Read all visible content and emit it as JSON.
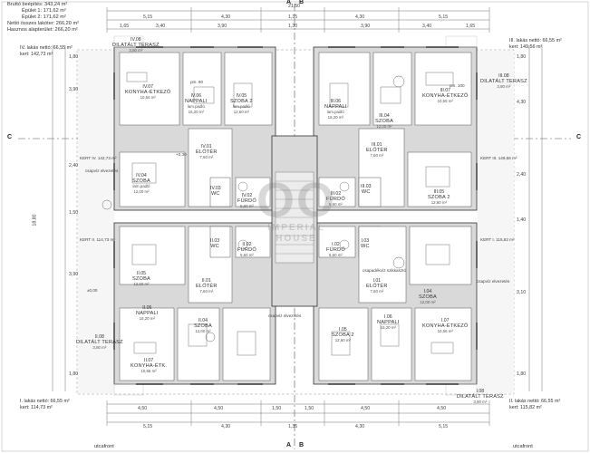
{
  "area_summary": {
    "gross_area": "Bruttó beépítés: 343,24 m²",
    "building1": "Épület 1: 171,62 m²",
    "building2": "Épület 2: 171,62 m²",
    "net_living": "Nettó összes lakóter: 266,20 m²",
    "net_usable": "Hasznos alapterület: 266,20 m²"
  },
  "units": {
    "iv": {
      "net": "IV. lakás nettó: 66,55 m²",
      "garden": "kert: 142,73 m²"
    },
    "iii": {
      "net": "III. lakás nettó: 66,55 m²",
      "garden": "kert: 149,56 m²"
    },
    "i": {
      "net": "I. lakás nettó: 66,55 m²",
      "garden": "kert: 114,73 m²"
    },
    "ii": {
      "net": "II. lakás nettó: 66,55 m²",
      "garden": "kert: 115,82 m²"
    }
  },
  "dimensions": {
    "total_width": "21,50",
    "total_height": "18,80",
    "top_row": [
      "5,15",
      "4,30",
      "1,35",
      "4,30",
      "5,15"
    ],
    "top_row2": [
      "1,65",
      "3,40",
      "3,90",
      "1,30",
      "3,90",
      "3,40",
      "1,65"
    ],
    "bottom_row": [
      "5,15",
      "4,30",
      "1,35",
      "4,30",
      "5,15"
    ],
    "bottom_row2": [
      "4,50",
      "4,50",
      "1,50",
      "1,50",
      "4,50",
      "4,50"
    ],
    "left_col": [
      "1,80",
      "3,90",
      "2,40",
      "1,50",
      "3,90",
      "1,80"
    ],
    "right_col": [
      "1,80",
      "4,30",
      "2,40",
      "1,40",
      "3,10",
      "1,80"
    ]
  },
  "rooms": [
    {
      "code": "IV.08",
      "name": "DILATÁLT TERASZ",
      "area": "3,80 m²"
    },
    {
      "code": "IV.07",
      "name": "KONYHA-ÉTKEZŐ",
      "area": "10,55 m²"
    },
    {
      "code": "IV.06",
      "name": "NAPPALI",
      "floor": "lam.padló",
      "area": "16,20 m²"
    },
    {
      "code": "IV.05",
      "name": "SZOBA 2",
      "floor": "lam.padló",
      "area": "12,60 m²"
    },
    {
      "code": "IV.04",
      "name": "SZOBA",
      "floor": "lam.padló",
      "area": "12,00 m²"
    },
    {
      "code": "IV.03",
      "name": "WC",
      "area": "1,30 m²"
    },
    {
      "code": "IV.02",
      "name": "FÜRDŐ",
      "floor": "ker.burk.",
      "area": "5,60 m²"
    },
    {
      "code": "IV.01",
      "name": "ELŐTÉR",
      "floor": "ker.burk.",
      "area": "7,60 m²"
    },
    {
      "code": "III.07",
      "name": "KONYHA-ÉTKEZŐ",
      "area": "10,55 m²"
    },
    {
      "code": "III.06",
      "name": "NAPPALI",
      "floor": "lam.padló",
      "area": "16,20 m²"
    },
    {
      "code": "III.04",
      "name": "SZOBA",
      "floor": "lam.padló",
      "area": "12,00 m²"
    },
    {
      "code": "III.05",
      "name": "SZOBA 2",
      "floor": "lam.padló",
      "area": "12,60 m²"
    },
    {
      "code": "III.01",
      "name": "ELŐTÉR",
      "floor": "ker.burk.",
      "area": "7,60 m²"
    },
    {
      "code": "III.02",
      "name": "FÜRDŐ",
      "floor": "ker.burk.",
      "area": "5,60 m²"
    },
    {
      "code": "III.03",
      "name": "WC",
      "area": "1,30 m²"
    },
    {
      "code": "III.08",
      "name": "DILATÁLT TERASZ",
      "area": "3,80 m²"
    },
    {
      "code": "II.08",
      "name": "DILATÁLT TERASZ",
      "area": "3,80 m²"
    },
    {
      "code": "II.05",
      "name": "SZOBA",
      "floor": "lam.padló",
      "area": "12,60 m²"
    },
    {
      "code": "II.02",
      "name": "FÜRDŐ",
      "floor": "ker.burk.",
      "area": "5,60 m²"
    },
    {
      "code": "II.03",
      "name": "WC",
      "area": "1,30 m²"
    },
    {
      "code": "II.01",
      "name": "ELŐTÉR",
      "floor": "ker.burk.",
      "area": "7,60 m²"
    },
    {
      "code": "II.04",
      "name": "SZOBA",
      "floor": "lam.padló",
      "area": "12,00 m²"
    },
    {
      "code": "II.06",
      "name": "NAPPALI",
      "floor": "lam.padló",
      "area": "16,20 m²"
    },
    {
      "code": "II.07",
      "name": "KONYHA-ÉTK.",
      "area": "10,55 m²"
    },
    {
      "code": "I.05",
      "name": "SZOBA 2",
      "floor": "lam.padló",
      "area": "12,60 m²"
    },
    {
      "code": "I.02",
      "name": "FÜRDŐ",
      "floor": "ker.burk.",
      "area": "5,60 m²"
    },
    {
      "code": "I.03",
      "name": "WC",
      "area": "1,30 m²"
    },
    {
      "code": "I.01",
      "name": "ELŐTÉR",
      "floor": "ker.burk.",
      "area": "7,60 m²"
    },
    {
      "code": "I.04",
      "name": "SZOBA",
      "floor": "lam.padló",
      "area": "12,00 m²"
    },
    {
      "code": "I.06",
      "name": "NAPPALI",
      "floor": "lam.padló",
      "area": "16,20 m²"
    },
    {
      "code": "I.07",
      "name": "KONYHA-ÉTKEZŐ",
      "area": "10,55 m²"
    },
    {
      "code": "I.08",
      "name": "DILATÁLT TERASZ",
      "area": "3,80 m²"
    }
  ],
  "labels": {
    "garden_iv": "KERT IV. 142,73 m²",
    "garden_ii": "KERT II. 114,73 m²",
    "garden_iii": "KERT III. 149,56 m²",
    "garden_i": "KERT I. 115,82 m²",
    "gutter": "csapvíz elvezetés",
    "gutter2": "csapvíz elvezetés",
    "gutter3": "csapvíz elvezetés",
    "drain": "csapadékvíz szikkasztó",
    "pm90": "pm. 90",
    "pm100": "pm. 100",
    "elev": "+0,30",
    "elev0": "±0,00"
  },
  "axes": {
    "c_left": "C",
    "c_right": "C",
    "a_top": "A",
    "b_top": "B",
    "a_bottom": "A",
    "b_bottom": "B"
  },
  "street_left": "utcafront",
  "street_right": "utcafront",
  "watermark": {
    "mark": "OO",
    "text": "IMPERIAL HOUSE"
  },
  "colors": {
    "wall": "#333333",
    "fill": "#e8e8e8",
    "line": "#888888",
    "hatch": "#b0b0b0"
  }
}
